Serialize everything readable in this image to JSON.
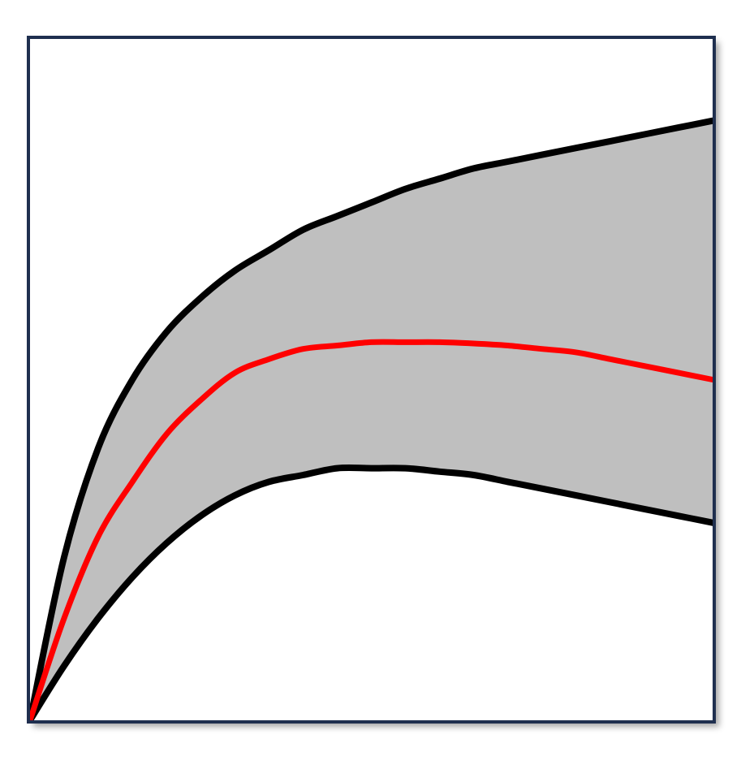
{
  "chart_data": {
    "type": "area",
    "title": "",
    "xlabel": "",
    "ylabel": "",
    "xlim": [
      0,
      1
    ],
    "ylim": [
      0,
      1
    ],
    "grid": false,
    "axes_ticks": false,
    "x": [
      0.0,
      0.05,
      0.1,
      0.15,
      0.2,
      0.25,
      0.3,
      0.35,
      0.4,
      0.45,
      0.5,
      0.55,
      0.6,
      0.65,
      0.7,
      0.75,
      0.8,
      0.85,
      0.9,
      0.95,
      1.0
    ],
    "band": {
      "upper": [
        0.0,
        0.24,
        0.4,
        0.5,
        0.57,
        0.62,
        0.66,
        0.69,
        0.72,
        0.74,
        0.76,
        0.78,
        0.795,
        0.81,
        0.82,
        0.83,
        0.84,
        0.85,
        0.86,
        0.87,
        0.88
      ],
      "lower": [
        0.0,
        0.08,
        0.15,
        0.21,
        0.26,
        0.3,
        0.33,
        0.35,
        0.36,
        0.37,
        0.37,
        0.37,
        0.365,
        0.36,
        0.35,
        0.34,
        0.33,
        0.32,
        0.31,
        0.3,
        0.29
      ]
    },
    "series": [
      {
        "values": [
          0.0,
          0.15,
          0.27,
          0.35,
          0.42,
          0.47,
          0.51,
          0.53,
          0.545,
          0.55,
          0.555,
          0.555,
          0.555,
          0.553,
          0.55,
          0.545,
          0.54,
          0.53,
          0.52,
          0.51,
          0.5
        ]
      }
    ],
    "colors": {
      "band_fill": "#bfbfbf",
      "band_edge": "#000000",
      "series_line": "#ff0000",
      "frame": "#1f2f4f"
    }
  }
}
